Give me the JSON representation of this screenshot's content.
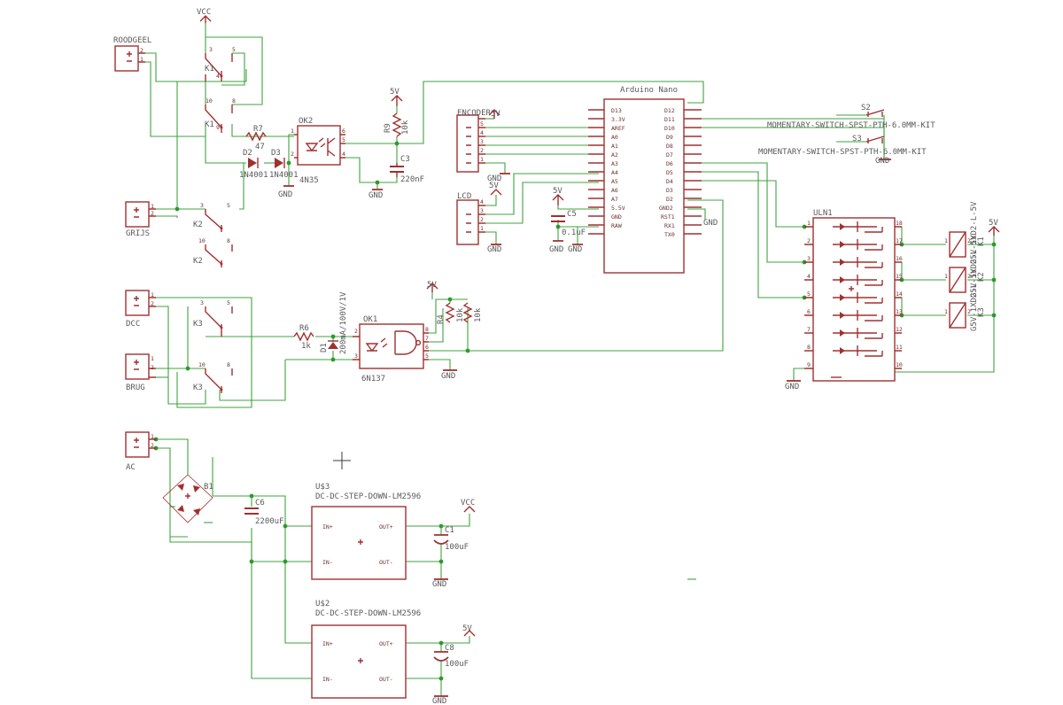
{
  "labels": {
    "vcc_top": "VCC",
    "roodgeel": "ROODGEEL",
    "k1a": "K1",
    "k1b": "K1",
    "r7": "R7",
    "r7v": "47",
    "d2": "D2",
    "d3": "D3",
    "d2v": "1N4001",
    "d3v": "1N4001",
    "ok2": "OK2",
    "ok2v": "4N35",
    "gnd_ok2": "GND",
    "gnd_ok2b": "GND",
    "r9": "R9",
    "r9v": "10k",
    "v5_r9": "5V",
    "c3": "C3",
    "c3v": "220nF",
    "grijs": "GRIJS",
    "k2a": "K2",
    "k2b": "K2",
    "dcc": "DCC",
    "brug": "BRUG",
    "k3a": "K3",
    "k3b": "K3",
    "r6": "R6",
    "r6v": "1k",
    "d1": "D1",
    "d1v": "200mA/100V/1V",
    "ok1": "OK1",
    "ok1v": "6N137",
    "r4": "R4",
    "r4v": "10k",
    "r5v": "10k",
    "v5_ok1": "5V",
    "gnd_ok1": "GND",
    "encoder": "ENCODER",
    "v5_enc": "5V",
    "gnd_enc": "GND",
    "lcd": "LCD",
    "v5_lcd": "5V",
    "gnd_lcd": "GND",
    "c5": "C5",
    "c5v": "0.1uF",
    "v5_c5": "5V",
    "gnd_c5a": "GND",
    "gnd_c5b": "GND",
    "nano": "Arduino Nano",
    "gnd_nano": "GND",
    "s2": "S2",
    "s2v": "MOMENTARY-SWITCH-SPST-PTH-6.0MM-KIT",
    "s3": "S3",
    "s3v": "MOMENTARY-SWITCH-SPST-PTH-6.0MM-KIT",
    "gnd_sw": "GND",
    "uln": "ULN1",
    "gnd_uln": "GND",
    "v5_relay": "5V",
    "kx1": "K1",
    "kx2": "K2",
    "kx3": "K3",
    "kx1v": "G5V-1XD2-L-5V",
    "kx2v": "G5V-1XD2-L-5V",
    "kx3v": "G5V-1XD2-L-5V",
    "ac": "AC",
    "b1": "B1",
    "c6": "C6",
    "c6v": "2200uF",
    "u3": "U$3",
    "u3v": "DC-DC-STEP-DOWN-LM2596",
    "u2": "U$2",
    "u2v": "DC-DC-STEP-DOWN-LM2596",
    "c1": "C1",
    "c1v": "100uF",
    "c8": "C8",
    "c8v": "100uF",
    "vcc_out": "VCC",
    "v5_out": "5V",
    "gnd_u3": "GND",
    "gnd_u2": "GND"
  },
  "nano_pins_left": [
    "D13",
    "3.3V",
    "AREF",
    "A0",
    "A1",
    "A2",
    "A3",
    "A4",
    "A5",
    "A6",
    "A7",
    "5.5V",
    "GND",
    "RAW"
  ],
  "nano_pins_right": [
    "D12",
    "D11",
    "D10",
    "D9",
    "D8",
    "D7",
    "D6",
    "D5",
    "D4",
    "D3",
    "D2",
    "GND2",
    "RST1",
    "RX1",
    "TX0"
  ],
  "uln_pins_left": [
    "1",
    "2",
    "3",
    "4",
    "5",
    "6",
    "7",
    "8",
    "9"
  ],
  "uln_pins_right": [
    "18",
    "17",
    "16",
    "15",
    "14",
    "13",
    "12",
    "11",
    "10"
  ],
  "lm2596_pins": {
    "in_plus": "IN+",
    "in_minus": "IN-",
    "out_plus": "OUT+",
    "out_minus": "OUT-"
  },
  "conn_pins": {
    "plus": "+",
    "minus": "-",
    "p1": "1",
    "p2": "2",
    "p3": "3",
    "p4": "4",
    "p5": "5"
  },
  "relay_pins": {
    "p3": "3",
    "p5": "5",
    "p4": "4",
    "p10": "10",
    "p8": "8",
    "p9": "9",
    "p1": "1",
    "p2": "2"
  },
  "opto_pins": {
    "p1": "1",
    "p2": "2",
    "p3": "3",
    "p4": "4",
    "p5": "5",
    "p6": "6",
    "p7": "7",
    "p8": "8"
  }
}
